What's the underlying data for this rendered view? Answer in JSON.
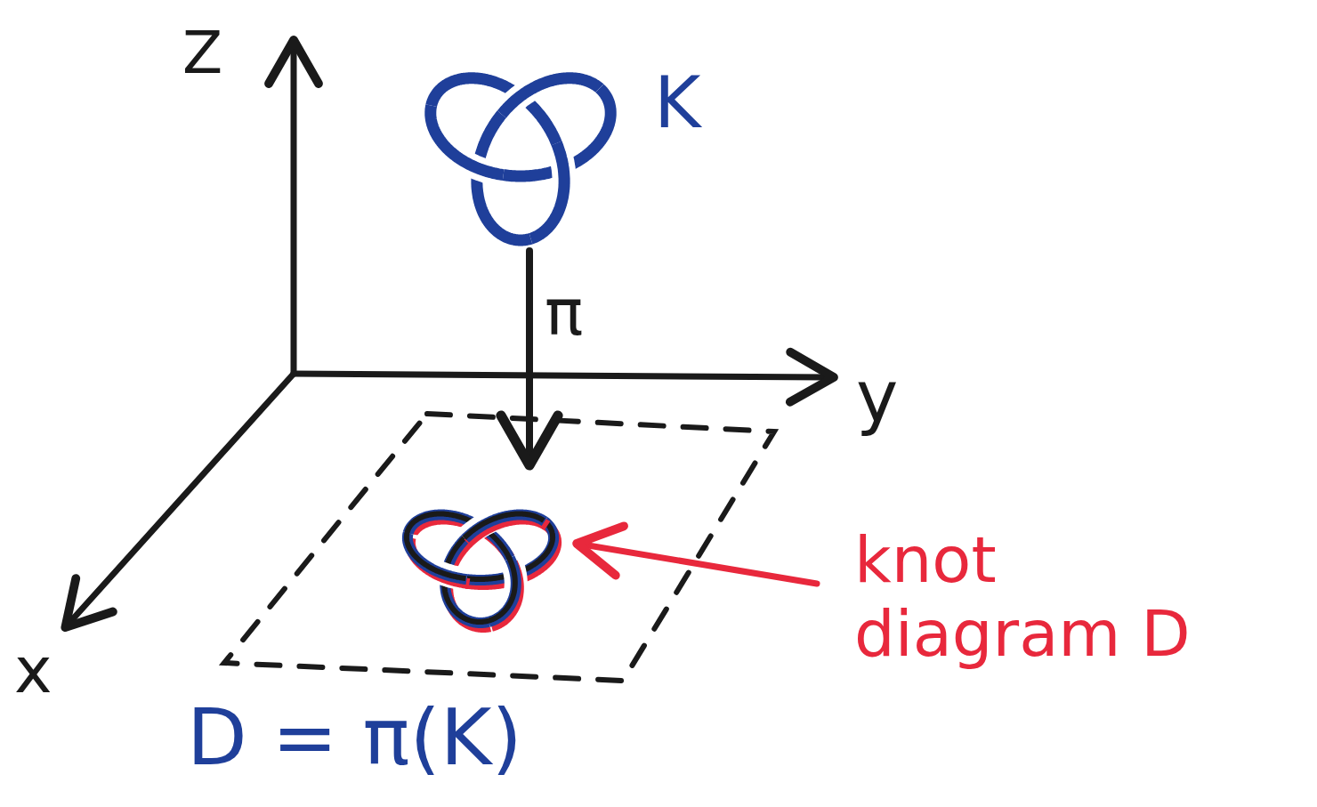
{
  "diagram": {
    "labels": [
      "Z",
      "y",
      "x",
      "K",
      "π",
      "knot diagram D",
      "D = π(K)"
    ]
  }
}
